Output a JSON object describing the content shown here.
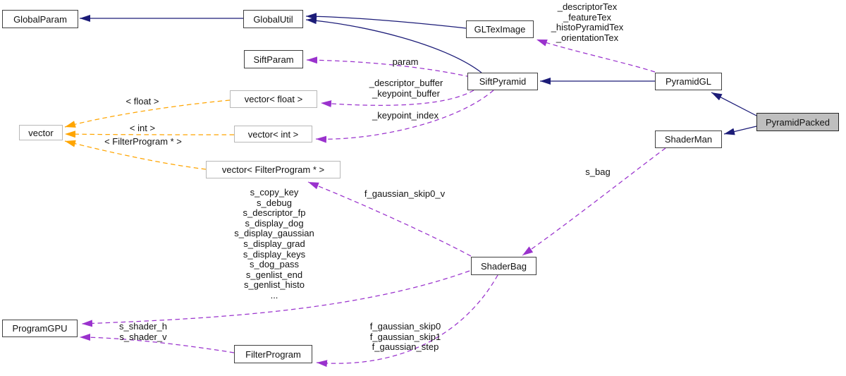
{
  "diagram": {
    "kind": "doxygen-collaboration-graph",
    "selected_class": "PyramidPacked"
  },
  "nodes": {
    "globalparam": {
      "label": "GlobalParam"
    },
    "globalutil": {
      "label": "GlobalUtil"
    },
    "siftparam": {
      "label": "SiftParam"
    },
    "glteximage": {
      "label": "GLTexImage"
    },
    "siftpyramid": {
      "label": "SiftPyramid"
    },
    "pyramidgl": {
      "label": "PyramidGL"
    },
    "pyramidpacked": {
      "label": "PyramidPacked"
    },
    "shaderman": {
      "label": "ShaderMan"
    },
    "shaderbag": {
      "label": "ShaderBag"
    },
    "programgpu": {
      "label": "ProgramGPU"
    },
    "filterprogram": {
      "label": "FilterProgram"
    },
    "vector": {
      "label": "vector"
    },
    "vector_float": {
      "label": "vector< float >"
    },
    "vector_int": {
      "label": "vector< int >"
    },
    "vector_filterprogram": {
      "label": "vector< FilterProgram * >"
    }
  },
  "edges": [
    {
      "from": "GlobalUtil",
      "to": "GlobalParam",
      "type": "inheritance",
      "labels": []
    },
    {
      "from": "GLTexImage",
      "to": "GlobalUtil",
      "type": "inheritance",
      "labels": []
    },
    {
      "from": "SiftPyramid",
      "to": "GlobalUtil",
      "type": "inheritance",
      "labels": []
    },
    {
      "from": "PyramidGL",
      "to": "SiftPyramid",
      "type": "inheritance",
      "labels": []
    },
    {
      "from": "PyramidPacked",
      "to": "PyramidGL",
      "type": "inheritance",
      "labels": []
    },
    {
      "from": "PyramidPacked",
      "to": "ShaderMan",
      "type": "inheritance",
      "labels": []
    },
    {
      "from": "PyramidGL",
      "to": "GLTexImage",
      "type": "usage",
      "labels": [
        "_descriptorTex",
        "_featureTex",
        "_histoPyramidTex",
        "_orientationTex"
      ]
    },
    {
      "from": "SiftPyramid",
      "to": "SiftParam",
      "type": "usage",
      "labels": [
        "param"
      ]
    },
    {
      "from": "SiftPyramid",
      "to": "vector< float >",
      "type": "usage",
      "labels": [
        "_descriptor_buffer",
        "_keypoint_buffer"
      ]
    },
    {
      "from": "SiftPyramid",
      "to": "vector< int >",
      "type": "usage",
      "labels": [
        "_keypoint_index"
      ]
    },
    {
      "from": "ShaderBag",
      "to": "vector< FilterProgram * >",
      "type": "usage",
      "labels": [
        "f_gaussian_skip0_v"
      ]
    },
    {
      "from": "ShaderMan",
      "to": "ShaderBag",
      "type": "usage",
      "labels": [
        "s_bag"
      ]
    },
    {
      "from": "ShaderBag",
      "to": "ProgramGPU",
      "type": "usage",
      "labels": [
        "s_copy_key",
        "s_debug",
        "s_descriptor_fp",
        "s_display_dog",
        "s_display_gaussian",
        "s_display_grad",
        "s_display_keys",
        "s_dog_pass",
        "s_genlist_end",
        "s_genlist_histo",
        "..."
      ]
    },
    {
      "from": "ShaderBag",
      "to": "FilterProgram",
      "type": "usage",
      "labels": [
        "f_gaussian_skip0",
        "f_gaussian_skip1",
        "f_gaussian_step"
      ]
    },
    {
      "from": "FilterProgram",
      "to": "ProgramGPU",
      "type": "usage",
      "labels": [
        "s_shader_h",
        "s_shader_v"
      ]
    },
    {
      "from": "vector< float >",
      "to": "vector",
      "type": "template",
      "labels": [
        "< float >"
      ]
    },
    {
      "from": "vector< int >",
      "to": "vector",
      "type": "template",
      "labels": [
        "< int >"
      ]
    },
    {
      "from": "vector< FilterProgram * >",
      "to": "vector",
      "type": "template",
      "labels": [
        "< FilterProgram * >"
      ]
    }
  ],
  "colors": {
    "inheritance": "#1c1c78",
    "usage": "#9a32cd",
    "template": "#ffa500",
    "class_border": "#404040",
    "template_border": "#b8b8b8",
    "selected_fill": "#bfbfbf",
    "selected_border": "#262626",
    "text": "#121212",
    "background": "#ffffff"
  }
}
